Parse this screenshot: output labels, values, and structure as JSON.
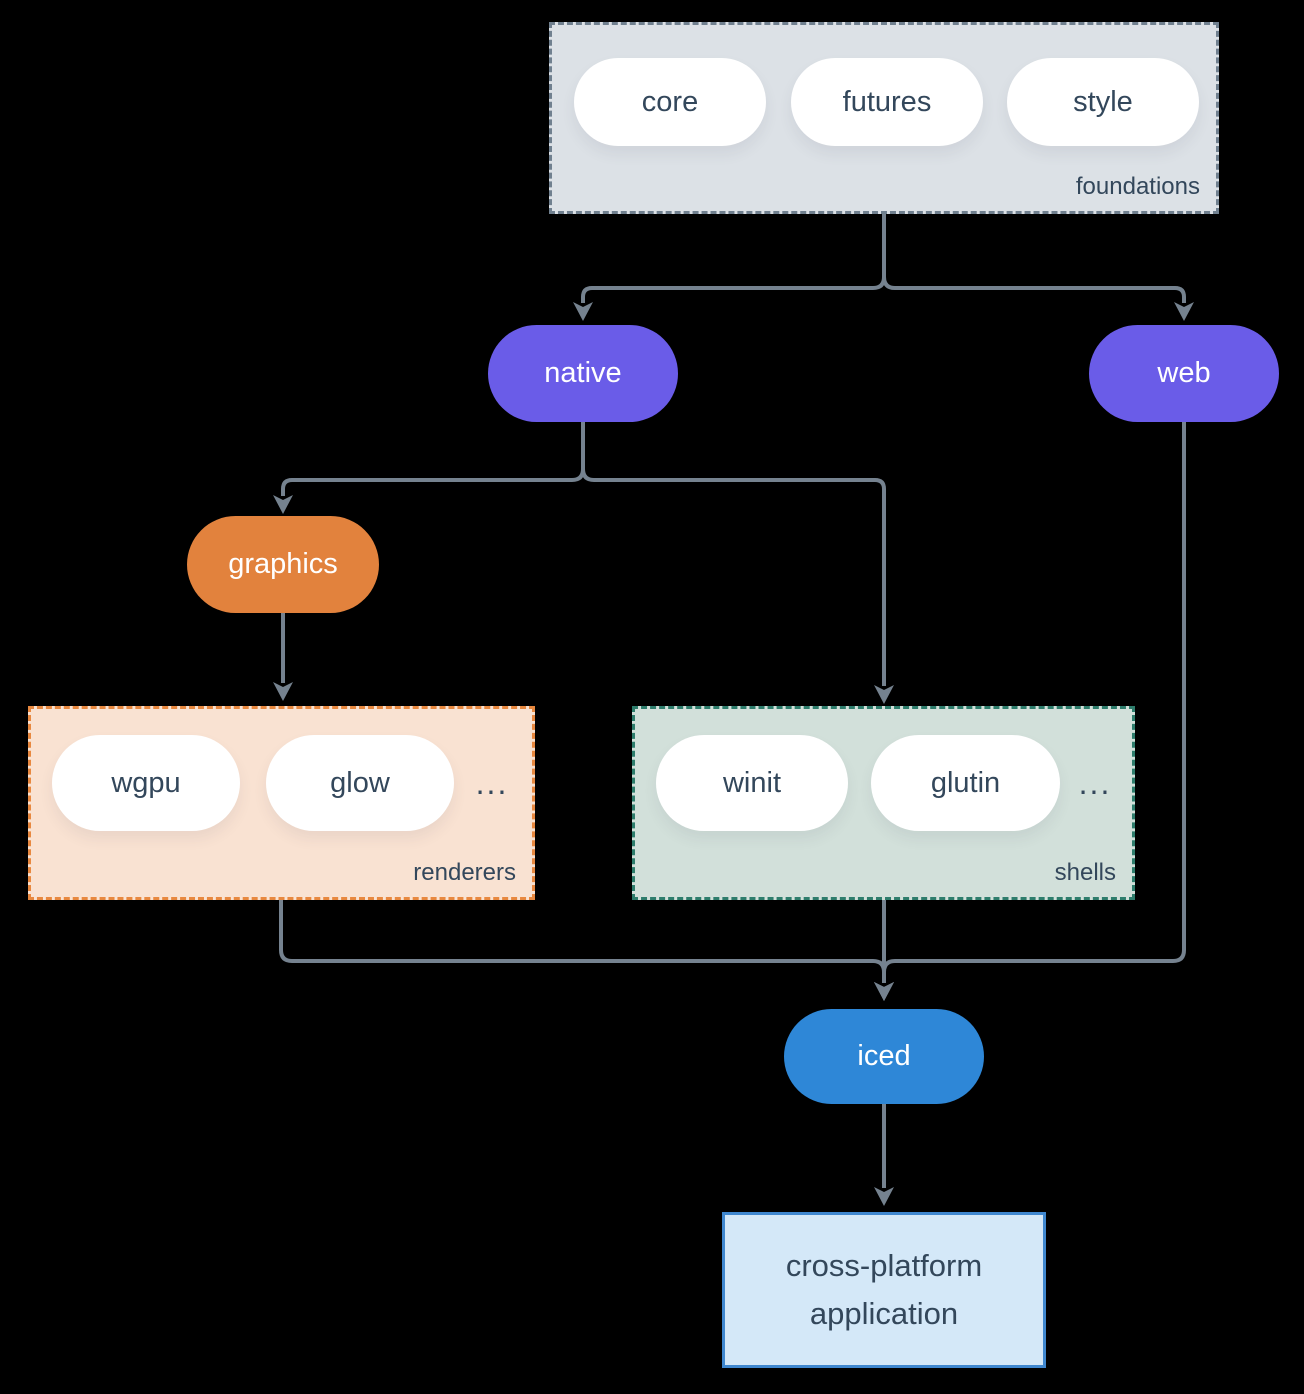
{
  "colors": {
    "bg": "#000000",
    "connector": "#75828f",
    "textDark": "#33475b",
    "white": "#ffffff",
    "purple": "#6a5ce8",
    "orange": "#e2823d",
    "blue": "#2e87d7",
    "grayFill": "#dce1e6",
    "grayBorder": "#70808f",
    "peachFill": "#f9e2d2",
    "peachBorder": "#e8883f",
    "sageFill": "#d2e0da",
    "sageBorder": "#2e7d6c",
    "appFill": "#d4e8f8",
    "appBorder": "#3f87cf"
  },
  "nodes": {
    "foundations": {
      "label": "foundations",
      "pills": [
        "core",
        "futures",
        "style"
      ]
    },
    "native": {
      "label": "native"
    },
    "web": {
      "label": "web"
    },
    "graphics": {
      "label": "graphics"
    },
    "renderers": {
      "label": "renderers",
      "pills": [
        "wgpu",
        "glow"
      ],
      "more": "..."
    },
    "shells": {
      "label": "shells",
      "pills": [
        "winit",
        "glutin"
      ],
      "more": "..."
    },
    "iced": {
      "label": "iced"
    },
    "application": {
      "line1": "cross-platform",
      "line2": "application"
    }
  }
}
